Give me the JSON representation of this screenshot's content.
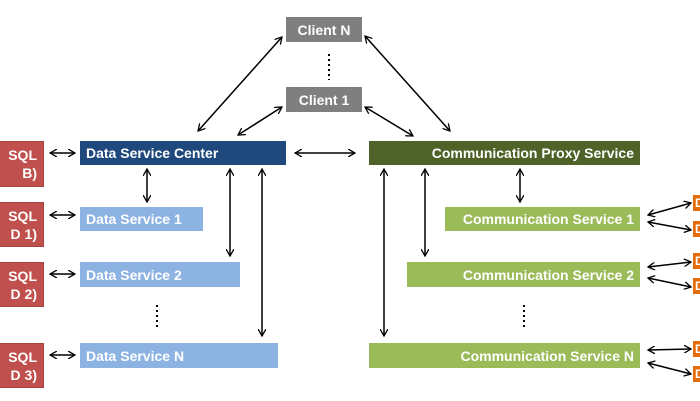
{
  "clients": {
    "top": "Client N",
    "bottom": "Client 1"
  },
  "data_service_center": "Data Service Center",
  "data_services": [
    "Data Service 1",
    "Data Service 2",
    "Data Service N"
  ],
  "communication_proxy": "Communication Proxy Service",
  "communication_services": [
    "Communication Service 1",
    "Communication Service 2",
    "Communication Service N"
  ],
  "databases": [
    {
      "line1": "SQL",
      "line2": "B)"
    },
    {
      "line1": "SQL",
      "line2": "D 1)"
    },
    {
      "line1": "SQL",
      "line2": "D 2)"
    },
    {
      "line1": "SQL",
      "line2": "D 3)"
    }
  ],
  "external": [
    "D",
    "D",
    "D",
    "D",
    "D",
    "D"
  ],
  "colors": {
    "client": "#7f7f7f",
    "dsc": "#1f497d",
    "ds": "#8db3e2",
    "cps": "#4f6228",
    "cs": "#9bbb59",
    "db": "#c0504d",
    "ext": "#e46c0a"
  }
}
